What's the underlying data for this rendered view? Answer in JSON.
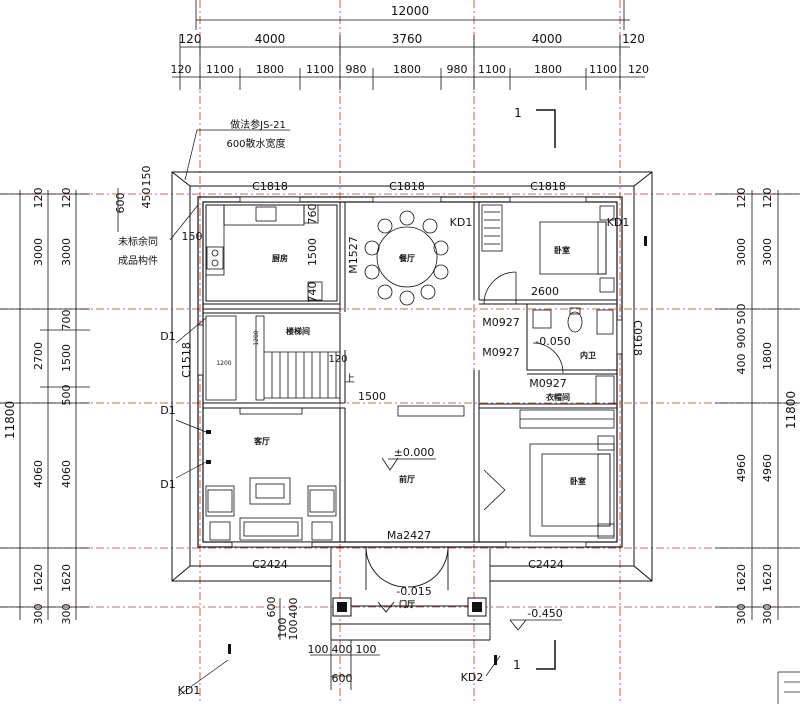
{
  "top_dims": {
    "total": "12000",
    "row2": [
      "120",
      "4000",
      "3760",
      "4000",
      "120"
    ],
    "row3": [
      "120",
      "1100",
      "1800",
      "1100",
      "980",
      "1800",
      "980",
      "1100",
      "1800",
      "1100",
      "120"
    ]
  },
  "side_dims": {
    "total": "11800",
    "left_outer": [
      "120",
      "3000",
      "2700",
      "4060",
      "1620",
      "300"
    ],
    "left_inner": [
      "120",
      "3000",
      "700",
      "1500",
      "500",
      "4060",
      "1620",
      "300"
    ],
    "left_small": [
      "600",
      "450",
      "150"
    ],
    "right_outer": [
      "120",
      "3000",
      "1800",
      "4960",
      "1620",
      "300"
    ],
    "right_inner": [
      "120",
      "3000",
      "500",
      "900",
      "400",
      "4960",
      "1620",
      "300"
    ]
  },
  "bottom_dims": {
    "vertical": [
      "600",
      "100",
      "400",
      "100"
    ],
    "horizontal": [
      "100",
      "400",
      "100"
    ],
    "total": "600"
  },
  "rooms": {
    "kitchen": "厨房",
    "dining": "餐厅",
    "bedroom1": "卧室",
    "stair": "楼梯间",
    "bath": "内卫",
    "closet": "衣帽间",
    "living": "客厅",
    "foyer": "前厅",
    "bedroom2": "卧室",
    "porch": "门厅"
  },
  "windows": [
    "C1818",
    "C1818",
    "C1818",
    "C2424",
    "C2424",
    "C1518",
    "C0918"
  ],
  "doors": [
    "M1527",
    "M0927",
    "M0927",
    "M0927",
    "Ma2427"
  ],
  "elevations": [
    "±0.000",
    "-0.050",
    "-0.015",
    "-0.450"
  ],
  "misc": {
    "kd1": "KD1",
    "kd2": "KD2",
    "d1": "D1",
    "section": "1",
    "up": "上",
    "stair_gap": "120",
    "stair_len": "1500",
    "bed_dim": "2600",
    "inner_1500": "1500",
    "inner_760": "760",
    "inner_740": "740",
    "inner_150": "150",
    "stair_width": "1200",
    "stair_depth": "1200"
  },
  "notes": {
    "note1": "做法参JS-21",
    "note2": "600散水宽度",
    "note3": "未标余同",
    "note4": "成品构件"
  }
}
